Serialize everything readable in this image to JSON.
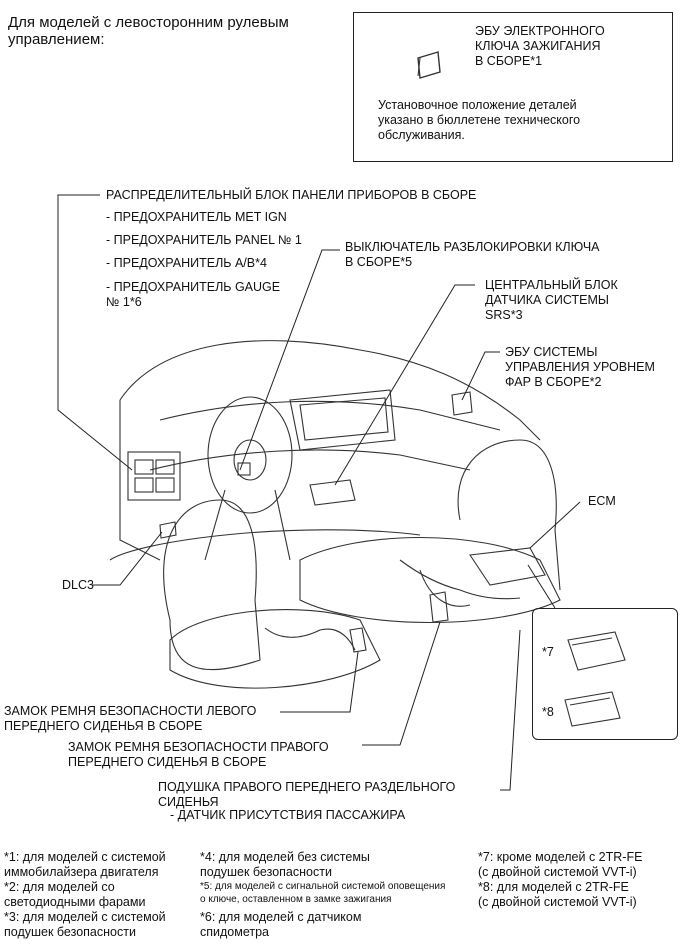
{
  "header": "Для моделей с левосторонним рулевым управлением:",
  "legend_box": {
    "ecu_key": "ЭБУ ЭЛЕКТРОННОГО\nКЛЮЧА ЗАЖИГАНИЯ\nВ СБОРЕ*1",
    "note": "Установочное положение деталей\nуказано в бюллетене технического\nобслуживания."
  },
  "labels": {
    "junction_block": "РАСПРЕДЕЛИТЕЛЬНЫЙ БЛОК ПАНЕЛИ ПРИБОРОВ В СБОРЕ",
    "fuse_met": "- ПРЕДОХРАНИТЕЛЬ MET IGN",
    "fuse_panel": "- ПРЕДОХРАНИТЕЛЬ PANEL № 1",
    "fuse_ab": "- ПРЕДОХРАНИТЕЛЬ A/B*4",
    "fuse_gauge": "- ПРЕДОХРАНИТЕЛЬ GAUGE\n№ 1*6",
    "key_unlock": "ВЫКЛЮЧАТЕЛЬ РАЗБЛОКИРОВКИ КЛЮЧА\nВ СБОРЕ*5",
    "srs": "ЦЕНТРАЛЬНЫЙ БЛОК\nДАТЧИКА СИСТЕМЫ\nSRS*3",
    "headlamp": "ЭБУ СИСТЕМЫ\nУПРАВЛЕНИЯ УРОВНЕМ\nФАР В СБОРЕ*2",
    "ecm": "ECM",
    "dlc3": "DLC3",
    "var7": "*7",
    "var8": "*8",
    "belt_left": "ЗАМОК РЕМНЯ БЕЗОПАСНОСТИ ЛЕВОГО\nПЕРЕДНЕГО СИДЕНЬЯ В СБОРЕ",
    "belt_right": "ЗАМОК РЕМНЯ БЕЗОПАСНОСТИ ПРАВОГО\nПЕРЕДНЕГО СИДЕНЬЯ В СБОРЕ",
    "cushion": "ПОДУШКА ПРАВОГО ПЕРЕДНЕГО РАЗДЕЛЬНОГО\nСИДЕНЬЯ",
    "occupant": "- ДАТЧИК ПРИСУТСТВИЯ ПАССАЖИРА"
  },
  "footnotes": {
    "n1": "*1: для моделей с системой\nиммобилайзера двигателя",
    "n2": "*2: для моделей со\nсветодиодными фарами",
    "n3": "*3: для моделей с системой\nподушек безопасности",
    "n4": "*4: для моделей без системы\nподушек безопасности",
    "n5": "*5: для моделей с сигнальной системой оповещения\nо ключе, оставленном в замке зажигания",
    "n6": "*6: для моделей с датчиком\nспидометра",
    "n7": "*7: кроме моделей с 2TR-FE\n(с двойной системой VVT-i)",
    "n8": "*8: для моделей с 2TR-FE\n(с двойной системой VVT-i)"
  }
}
